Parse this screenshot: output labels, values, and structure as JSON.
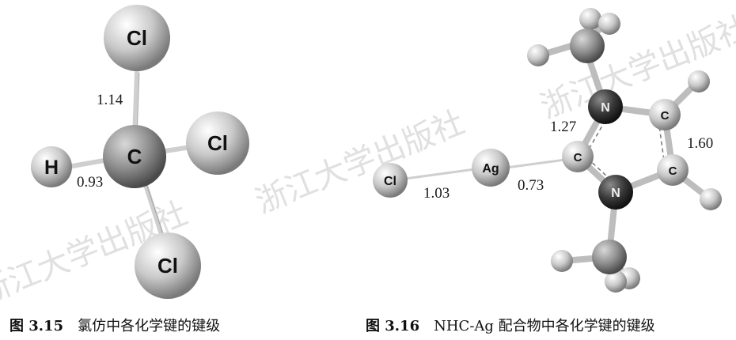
{
  "figure_left": {
    "atoms": {
      "cl_top": "Cl",
      "cl_right": "Cl",
      "cl_bottom": "Cl",
      "carbon": "C",
      "hydrogen": "H"
    },
    "bond_orders": {
      "c_cl_top": "1.14",
      "c_h": "0.93"
    },
    "caption_number": "图 3.15",
    "caption_text": "氯仿中各化学键的键级"
  },
  "figure_right": {
    "atoms": {
      "chlorine": "Cl",
      "silver": "Ag",
      "c_carbene": "C",
      "n_top": "N",
      "n_bottom": "N",
      "c_top_right": "C",
      "c_bottom_right": "C"
    },
    "bond_orders": {
      "cl_ag": "1.03",
      "ag_c": "0.73",
      "c_n": "1.27",
      "c_c": "1.60"
    },
    "caption_number": "图 3.16",
    "caption_text": "NHC-Ag 配合物中各化学键的键级"
  },
  "watermark": "浙江大学出版社",
  "colors": {
    "atom_light": "#e6e6e6",
    "atom_dark": "#3a3a3a",
    "bond": "#d8d8d8"
  }
}
